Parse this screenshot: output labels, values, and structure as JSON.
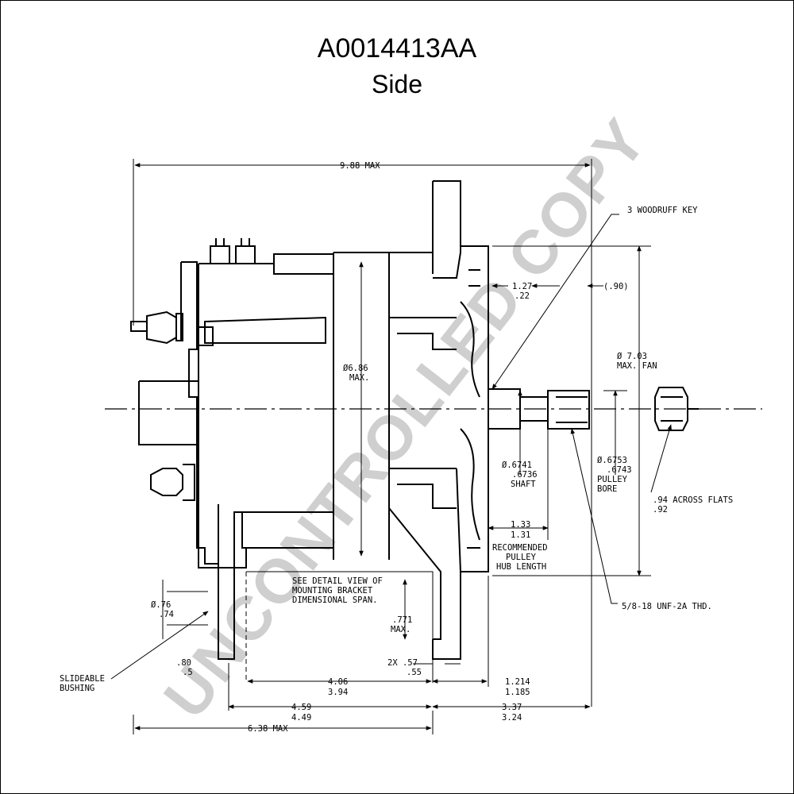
{
  "drawing": {
    "part_number": "A0014413AA",
    "view": "Side",
    "watermark": "UNCONTROLLED COPY"
  },
  "dimensions": {
    "overall_length": "9.88 MAX",
    "woodruff_key": "3 WOODRUFF KEY",
    "fan_gap_top": "1.27",
    "fan_gap_bottom": ".22",
    "fan_offset": "(.90)",
    "fan_dia_line1": "Ø 7.03",
    "fan_dia_line2": "MAX. FAN",
    "body_dia_line1": "Ø6.86",
    "body_dia_line2": "MAX.",
    "shaft_dia_line1": "Ø.6741",
    "shaft_dia_line2": ".6736",
    "shaft_dia_line3": "SHAFT",
    "bore_dia_line1": "Ø.6753",
    "bore_dia_line2": ".6743",
    "bore_dia_line3": "PULLEY",
    "bore_dia_line4": "BORE",
    "flats_line1": ".94 ACROSS FLATS",
    "flats_line2": ".92",
    "hub_top": "1.33",
    "hub_bottom": "1.31",
    "hub_label_line1": "RECOMMENDED",
    "hub_label_line2": "PULLEY",
    "hub_label_line3": "HUB LENGTH",
    "thread": "5/8-18 UNF-2A THD.",
    "bracket_note_line1": "SEE DETAIL VIEW OF",
    "bracket_note_line2": "MOUNTING BRACKET",
    "bracket_note_line3": "DIMENSIONAL SPAN.",
    "bracket_height_line1": ".771",
    "bracket_height_line2": "MAX.",
    "bushing_dia_top": "Ø.76",
    "bushing_dia_bottom": ".74",
    "bushing_label_line1": "SLIDEABLE",
    "bushing_label_line2": "BUSHING",
    "bushing_width_top": ".80",
    "bushing_width_bottom": ".5",
    "bracket_thickness_line1": "2X .57",
    "bracket_thickness_line2": ".55",
    "span_406_top": "4.06",
    "span_406_bottom": "3.94",
    "span_1214_top": "1.214",
    "span_1214_bottom": "1.185",
    "span_459_top": "4.59",
    "span_459_bottom": "4.49",
    "span_337_top": "3.37",
    "span_337_bottom": "3.24",
    "overall_mount": "6.38 MAX"
  }
}
